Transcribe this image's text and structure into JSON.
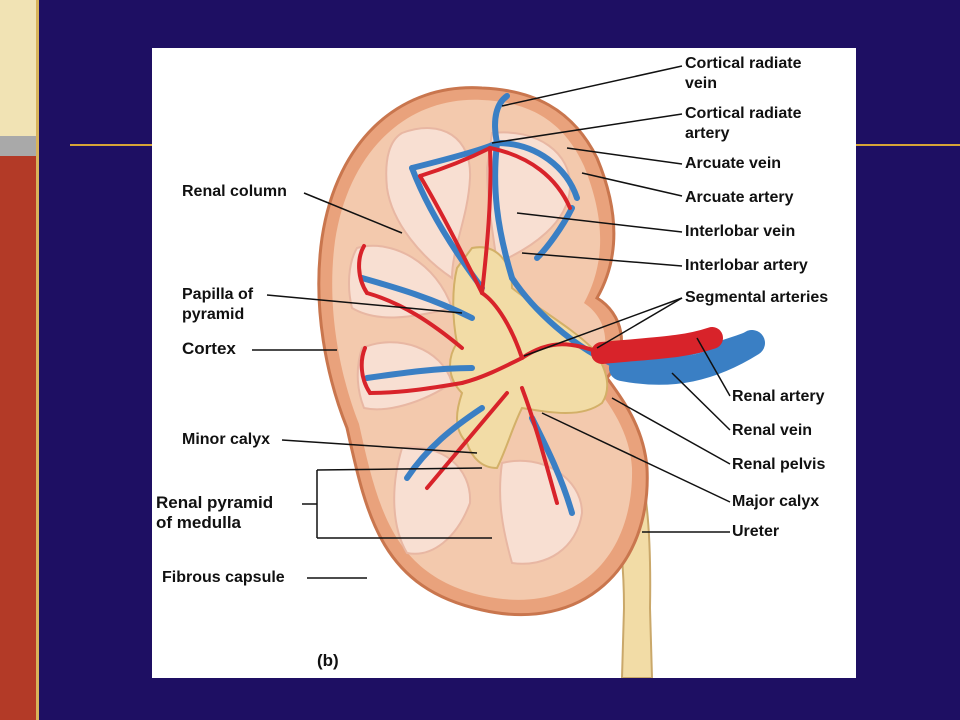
{
  "diagram": {
    "labels": {
      "cortical_radiate_vein": "Cortical radiate\nvein",
      "cortical_radiate_artery": "Cortical radiate\nartery",
      "arcuate_vein": "Arcuate vein",
      "arcuate_artery": "Arcuate artery",
      "interlobar_vein": "Interlobar vein",
      "interlobar_artery": "Interlobar artery",
      "segmental_arteries": "Segmental arteries",
      "renal_artery": "Renal artery",
      "renal_vein": "Renal vein",
      "renal_pelvis": "Renal pelvis",
      "major_calyx": "Major calyx",
      "ureter": "Ureter",
      "renal_column": "Renal column",
      "papilla_of_pyramid": "Papilla of\npyramid",
      "cortex": "Cortex",
      "minor_calyx": "Minor calyx",
      "renal_pyramid": "Renal pyramid\nof medulla",
      "fibrous_capsule": "Fibrous capsule"
    },
    "panel_label": "(b)"
  },
  "colors": {
    "background": "#1e0f63",
    "artery": "#d8232a",
    "vein": "#3a7fc4",
    "cortex": "#f3c9ad",
    "pyramid": "#f8dfd2",
    "pelvis": "#f2dca6",
    "capsule": "#e9a27c"
  }
}
